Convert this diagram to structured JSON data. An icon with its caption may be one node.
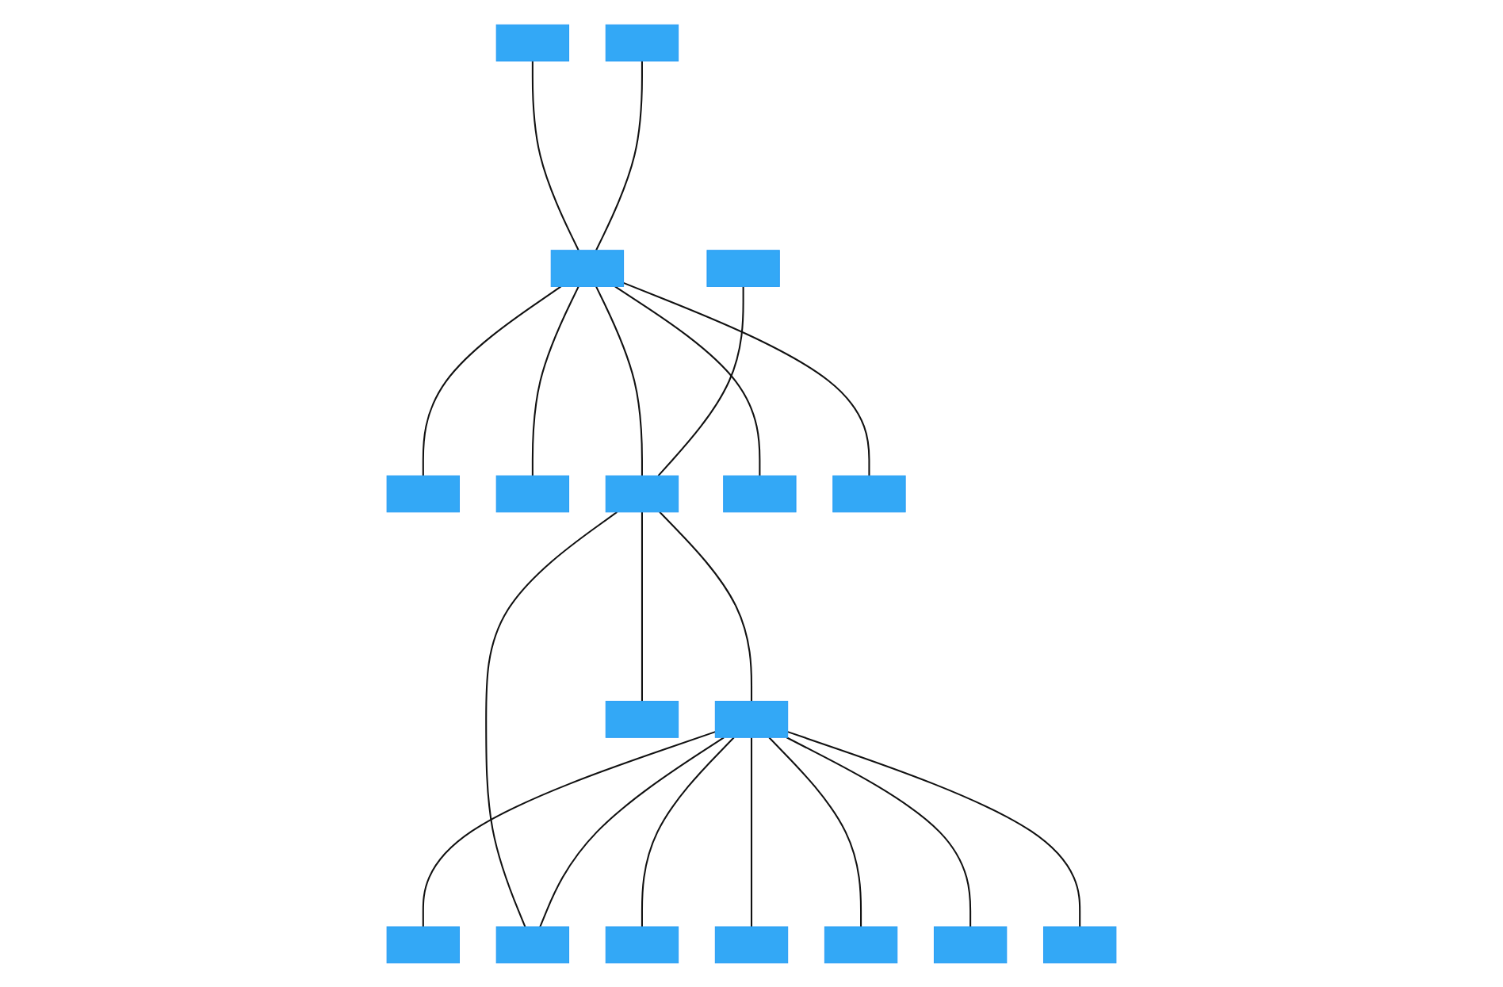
{
  "diagram": {
    "nodes": [
      {
        "text": [],
        "shape": "box"
      },
      {
        "text": [],
        "shape": "box"
      },
      {
        "text": [],
        "shape": "box"
      },
      {
        "text": [],
        "shape": "box"
      },
      {
        "text": [],
        "shape": "box"
      },
      {
        "text": [],
        "shape": "box"
      },
      {
        "text": [],
        "shape": "box"
      },
      {
        "text": [],
        "shape": "box"
      },
      {
        "text": [],
        "shape": "box"
      },
      {
        "text": [],
        "shape": "box"
      },
      {
        "text": [],
        "shape": "box"
      },
      {
        "text": [],
        "shape": "box"
      },
      {
        "text": [],
        "shape": "box"
      },
      {
        "text": [],
        "shape": "box"
      },
      {
        "text": [],
        "shape": "box"
      },
      {
        "text": [],
        "shape": "box"
      },
      {
        "text": [],
        "shape": "box"
      },
      {
        "text": [],
        "shape": "box"
      }
    ],
    "edges": [
      {
        "from": 1,
        "to": 0,
        "arrow": "none"
      },
      {
        "from": 2,
        "to": 0,
        "arrow": "none"
      },
      {
        "from": 0,
        "to": 3,
        "arrow": "none"
      },
      {
        "from": 0,
        "to": 5,
        "arrow": "none"
      },
      {
        "from": 0,
        "to": 4,
        "arrow": "none"
      },
      {
        "from": 0,
        "to": 6,
        "arrow": "none"
      },
      {
        "from": 0,
        "to": 8,
        "arrow": "none"
      },
      {
        "from": 7,
        "to": 8,
        "arrow": "none"
      },
      {
        "from": 8,
        "to": 9,
        "arrow": "none"
      },
      {
        "from": 8,
        "to": 10,
        "arrow": "none"
      },
      {
        "from": 8,
        "to": 12,
        "arrow": "none"
      },
      {
        "from": 10,
        "to": 11,
        "arrow": "none"
      },
      {
        "from": 10,
        "to": 12,
        "arrow": "none"
      },
      {
        "from": 10,
        "to": 13,
        "arrow": "none"
      },
      {
        "from": 10,
        "to": 14,
        "arrow": "none"
      },
      {
        "from": 10,
        "to": 15,
        "arrow": "none"
      },
      {
        "from": 10,
        "to": 16,
        "arrow": "none"
      },
      {
        "from": 10,
        "to": 17,
        "arrow": "none"
      }
    ]
  }
}
